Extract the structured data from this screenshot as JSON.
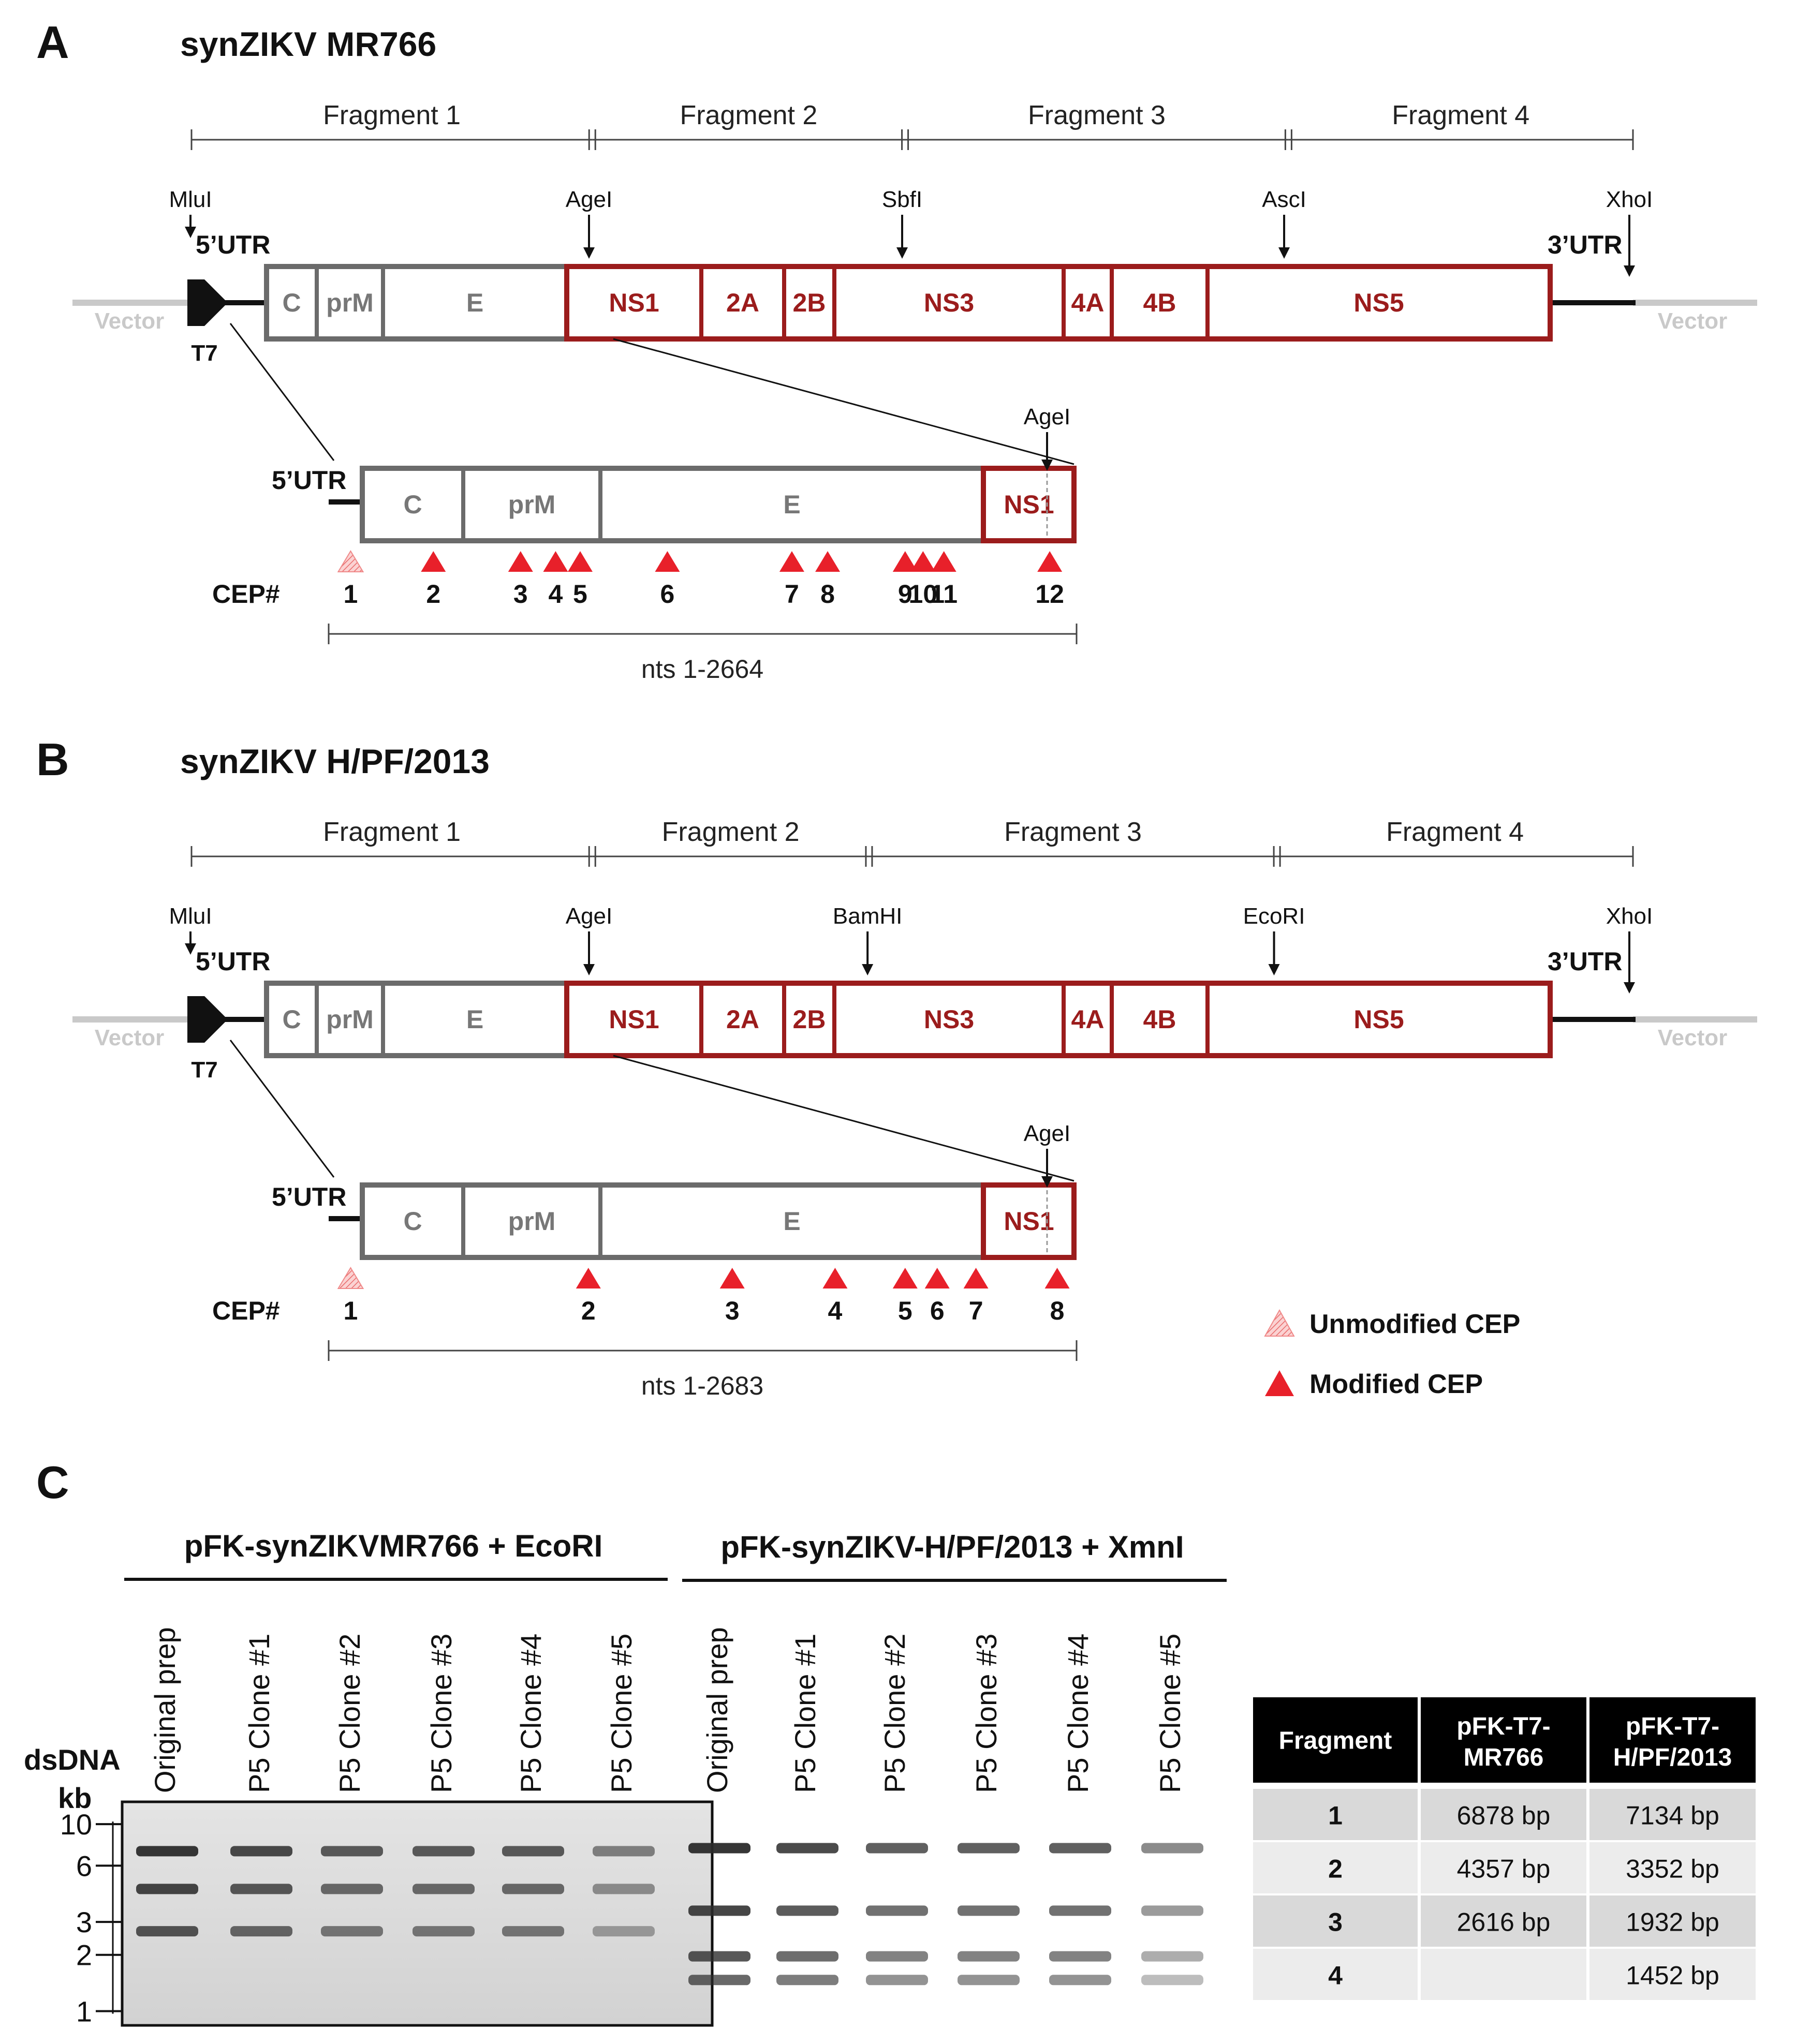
{
  "panelA": {
    "letter": "A",
    "title": "synZIKV MR766",
    "fragments": [
      {
        "label": "Fragment 1",
        "start": 0,
        "end": 0.278
      },
      {
        "label": "Fragment 2",
        "start": 0.278,
        "end": 0.495
      },
      {
        "label": "Fragment 3",
        "start": 0.495,
        "end": 0.761
      },
      {
        "label": "Fragment 4",
        "start": 0.761,
        "end": 1.0
      }
    ],
    "sites": [
      {
        "name": "MluI",
        "pos": 0
      },
      {
        "name": "AgeI",
        "pos": 0.278
      },
      {
        "name": "SbfI",
        "pos": 0.493
      },
      {
        "name": "AscI",
        "pos": 0.758
      },
      {
        "name": "XhoI",
        "pos": 1.0
      }
    ],
    "inset_site": "AgeI",
    "cep": [
      {
        "label": "1",
        "pos": 0.026,
        "modified": false
      },
      {
        "label": "2",
        "pos": 0.137,
        "modified": true
      },
      {
        "label": "3",
        "pos": 0.254,
        "modified": true
      },
      {
        "label": "4",
        "pos": 0.301,
        "modified": true
      },
      {
        "label": "5",
        "pos": 0.334,
        "modified": true
      },
      {
        "label": "6",
        "pos": 0.451,
        "modified": true
      },
      {
        "label": "7",
        "pos": 0.618,
        "modified": true
      },
      {
        "label": "8",
        "pos": 0.666,
        "modified": true
      },
      {
        "label": "9",
        "pos": 0.77,
        "modified": true
      },
      {
        "label": "10",
        "pos": 0.794,
        "modified": true
      },
      {
        "label": "11",
        "pos": 0.822,
        "modified": true
      },
      {
        "label": "12",
        "pos": 0.964,
        "modified": true
      }
    ],
    "cep_label_text": "9 10 11",
    "nts": "nts 1-2664"
  },
  "panelB": {
    "letter": "B",
    "title": "synZIKV H/PF/2013",
    "fragments": [
      {
        "label": "Fragment 1",
        "start": 0,
        "end": 0.278
      },
      {
        "label": "Fragment 2",
        "start": 0.278,
        "end": 0.47
      },
      {
        "label": "Fragment 3",
        "start": 0.47,
        "end": 0.753
      },
      {
        "label": "Fragment 4",
        "start": 0.753,
        "end": 1.0
      }
    ],
    "sites": [
      {
        "name": "MluI",
        "pos": 0
      },
      {
        "name": "AgeI",
        "pos": 0.278
      },
      {
        "name": "BamHI",
        "pos": 0.469
      },
      {
        "name": "EcoRI",
        "pos": 0.751
      },
      {
        "name": "XhoI",
        "pos": 1.0
      }
    ],
    "inset_site": "AgeI",
    "cep": [
      {
        "label": "1",
        "pos": 0.026,
        "modified": false
      },
      {
        "label": "2",
        "pos": 0.345,
        "modified": true
      },
      {
        "label": "3",
        "pos": 0.538,
        "modified": true
      },
      {
        "label": "4",
        "pos": 0.676,
        "modified": true
      },
      {
        "label": "5",
        "pos": 0.77,
        "modified": true
      },
      {
        "label": "6",
        "pos": 0.813,
        "modified": true
      },
      {
        "label": "7",
        "pos": 0.865,
        "modified": true
      },
      {
        "label": "8",
        "pos": 0.974,
        "modified": true
      }
    ],
    "nts": "nts 1-2683"
  },
  "genome": {
    "utr5": "5’UTR",
    "utr3": "3’UTR",
    "promoter": "T7",
    "vector": "Vector",
    "grey_genes": [
      "C",
      "prM",
      "E"
    ],
    "red_genes": [
      "NS1",
      "2A",
      "2B",
      "NS3",
      "4A",
      "4B",
      "NS5"
    ],
    "inset_grey_genes": [
      "C",
      "prM",
      "E"
    ],
    "inset_red_gene": "NS1",
    "cep_prefix": "CEP#"
  },
  "legend": {
    "unmodified": "Unmodified CEP",
    "modified": "Modified CEP",
    "unmodified_color": "#f4a3a3",
    "modified_color": "#e8202a"
  },
  "panelC": {
    "letter": "C",
    "group1": "pFK-synZIKVMR766 + EcoRI",
    "group2": "pFK-synZIKV-H/PF/2013 + XmnI",
    "lanes": [
      "Original prep",
      "P5 Clone #1",
      "P5 Clone #2",
      "P5 Clone #3",
      "P5 Clone #4",
      "P5 Clone #5",
      "Original prep",
      "P5 Clone #1",
      "P5 Clone #2",
      "P5 Clone #3",
      "P5 Clone #4",
      "P5 Clone #5"
    ],
    "axis_title_1": "dsDNA",
    "axis_title_2": "kb",
    "ladder": [
      {
        "label": "10",
        "kb": 10
      },
      {
        "label": "6",
        "kb": 6
      },
      {
        "label": "3",
        "kb": 3
      },
      {
        "label": "2",
        "kb": 2
      },
      {
        "label": "1",
        "kb": 1
      }
    ],
    "table": {
      "headers": [
        "Fragment",
        "pFK-T7-MR766",
        "pFK-T7-H/PF/2013"
      ],
      "header_lines": [
        [
          "Fragment"
        ],
        [
          "pFK-T7-",
          "MR766"
        ],
        [
          "pFK-T7-",
          "H/PF/2013"
        ]
      ],
      "rows": [
        [
          "1",
          "6878 bp",
          "7134 bp"
        ],
        [
          "2",
          "4357 bp",
          "3352 bp"
        ],
        [
          "3",
          "2616 bp",
          "1932 bp"
        ],
        [
          "4",
          "",
          "1452 bp"
        ]
      ]
    }
  },
  "colors": {
    "grey": "#6b6b6b",
    "red": "#9b1c1c",
    "vector": "#c9c9c9",
    "gel_bg": "#dcdcdc",
    "band": "#2b2b2b",
    "table_header": "#000000",
    "table_row_dark": "#d9d9d9",
    "table_row_light": "#ececec"
  }
}
